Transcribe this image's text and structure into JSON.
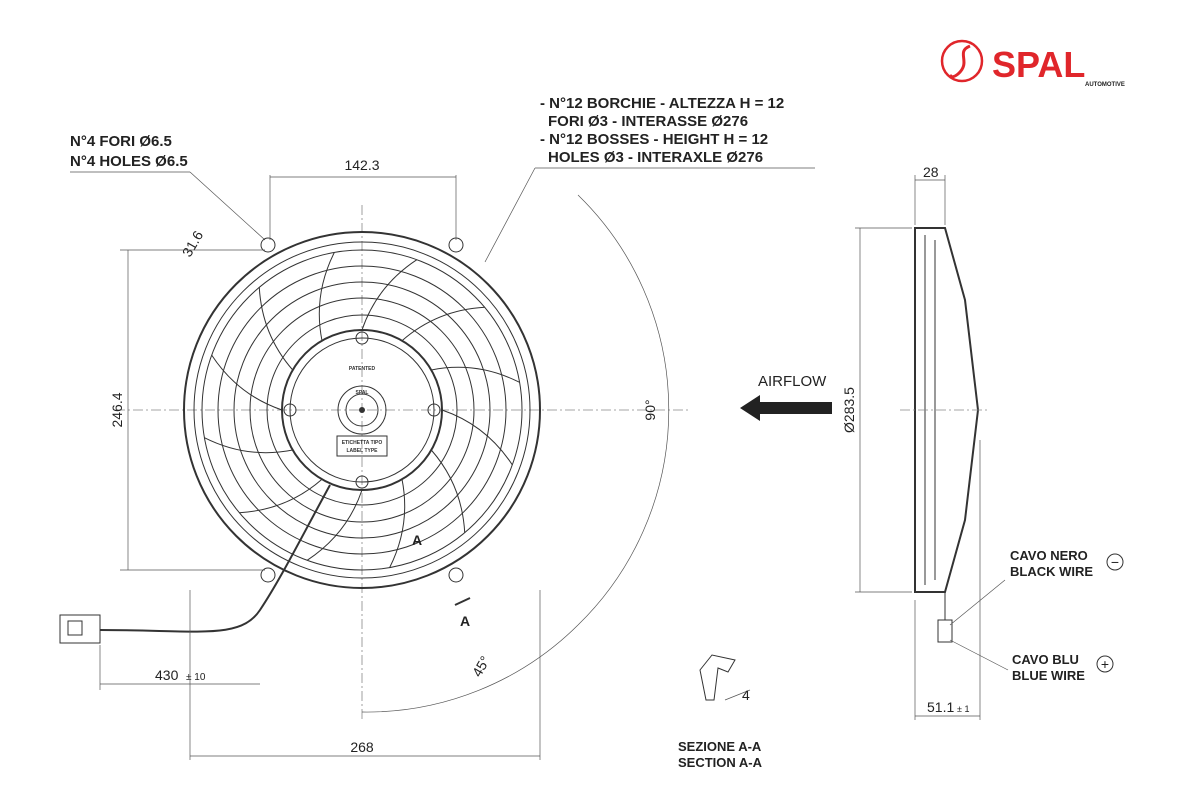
{
  "logo": {
    "brand": "SPAL",
    "sub": "AUTOMOTIVE",
    "color": "#e0262b"
  },
  "notes": {
    "holes_it": "N°4 FORI Ø6.5",
    "holes_en": "N°4 HOLES Ø6.5",
    "bosses_it_1": "- N°12 BORCHIE - ALTEZZA H = 12",
    "bosses_it_2": "FORI Ø3 - INTERASSE Ø276",
    "bosses_en_1": "- N°12 BOSSES - HEIGHT H = 12",
    "bosses_en_2": "HOLES Ø3 - INTERAXLE Ø276"
  },
  "hub": {
    "patented": "PATENTED",
    "brand": "SPAL",
    "label_it": "ETICHETTA TIPO",
    "label_en": "LABEL TYPE"
  },
  "dimensions": {
    "top_width": "142.3",
    "hole_offset": "31.6",
    "height": "246.4",
    "angle_90": "90°",
    "angle_45": "45°",
    "cable_length": "430",
    "cable_tol": "± 10",
    "bottom_width": "268",
    "side_depth": "28",
    "diameter": "Ø283.5",
    "total_depth": "51.1",
    "total_tol": "± 1",
    "section_dim": "4"
  },
  "section": {
    "marker": "A",
    "title_it": "SEZIONE A-A",
    "title_en": "SECTION A-A"
  },
  "airflow": "AIRFLOW",
  "wires": {
    "black_it": "CAVO NERO",
    "black_en": "BLACK WIRE",
    "black_sign": "−",
    "blue_it": "CAVO BLU",
    "blue_en": "BLUE WIRE",
    "blue_sign": "+"
  }
}
